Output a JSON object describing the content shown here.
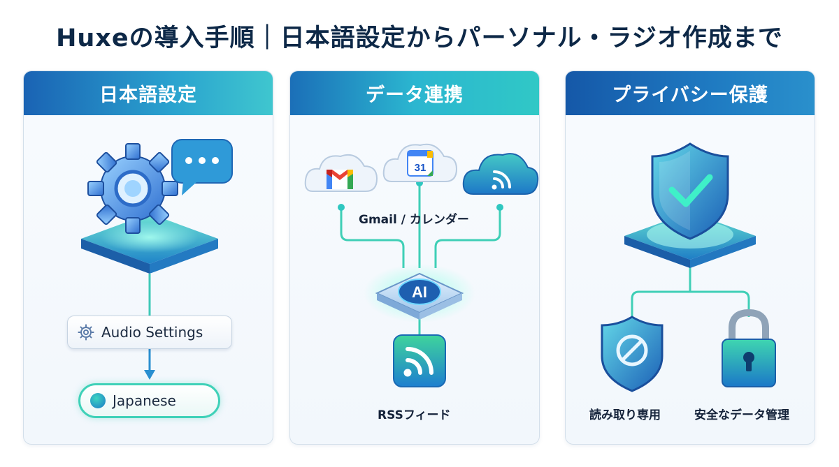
{
  "title": "Huxeの導入手順｜日本語設定からパーソナル・ラジオ作成まで",
  "panels": [
    {
      "header": "日本語設定",
      "icons": [
        "gear-icon",
        "chat-bubble-icon"
      ],
      "audio_label": "Audio Settings",
      "language_label": "Japanese"
    },
    {
      "header": "データ連携",
      "icons": [
        "gmail-icon",
        "calendar-icon",
        "rss-cloud-icon",
        "ai-chip-icon",
        "rss-icon"
      ],
      "calendar_day": "31",
      "ai_label": "AI",
      "source_label": "Gmail / カレンダー",
      "rss_label": "RSSフィード"
    },
    {
      "header": "プライバシー保護",
      "icons": [
        "shield-check-icon",
        "shield-block-icon",
        "padlock-icon"
      ],
      "readonly_label": "読み取り専用",
      "secure_label": "安全なデータ管理"
    }
  ],
  "colors": {
    "navy": "#0d2847",
    "blue": "#1a63b4",
    "teal": "#3fd1b8",
    "cyan": "#2aa3cf"
  }
}
